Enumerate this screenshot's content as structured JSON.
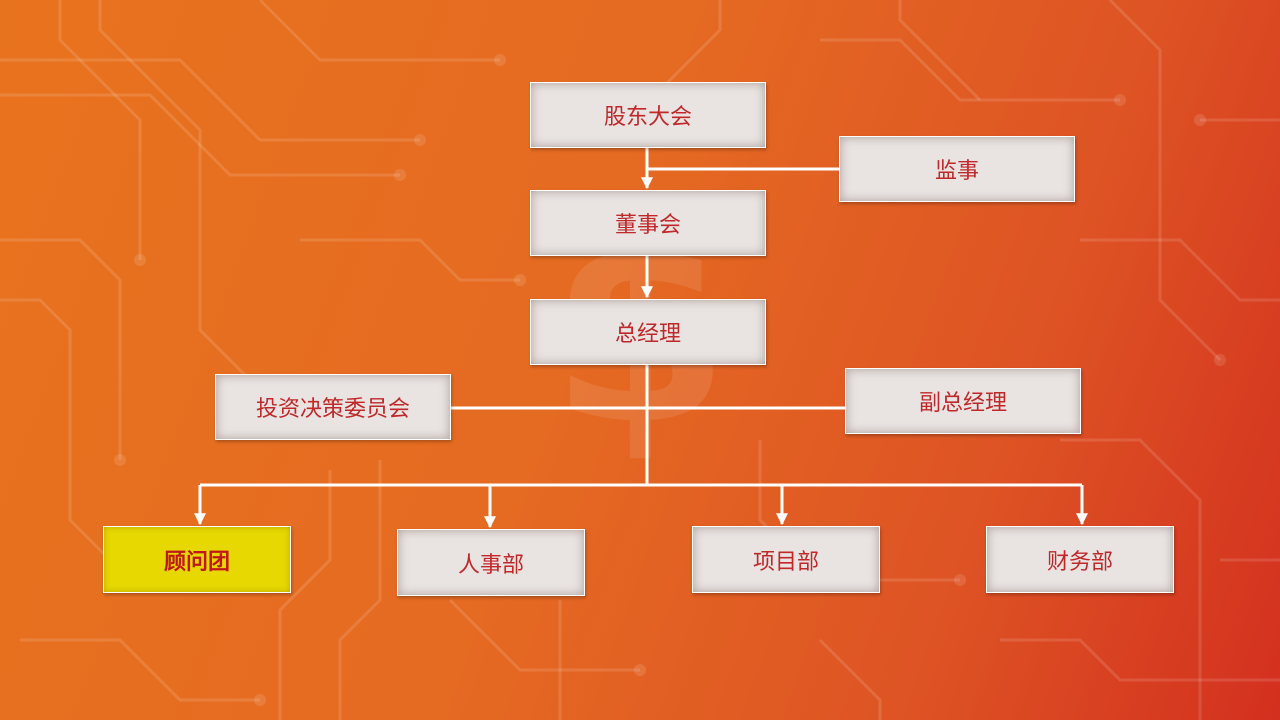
{
  "nodes": {
    "shareholders_meeting": "股东大会",
    "supervisor": "监事",
    "board_of_directors": "董事会",
    "general_manager": "总经理",
    "investment_committee": "投资决策委员会",
    "deputy_general_manager": "副总经理",
    "advisory_group": "顾问团",
    "hr_department": "人事部",
    "project_department": "项目部",
    "finance_department": "财务部"
  },
  "colors": {
    "background_start": "#e8731e",
    "background_end": "#d3301f",
    "node_fill": "#e9e3e1",
    "node_text": "#c0282a",
    "highlight_fill": "#e6d800",
    "highlight_text": "#c0181a",
    "connector": "#ffffff"
  }
}
